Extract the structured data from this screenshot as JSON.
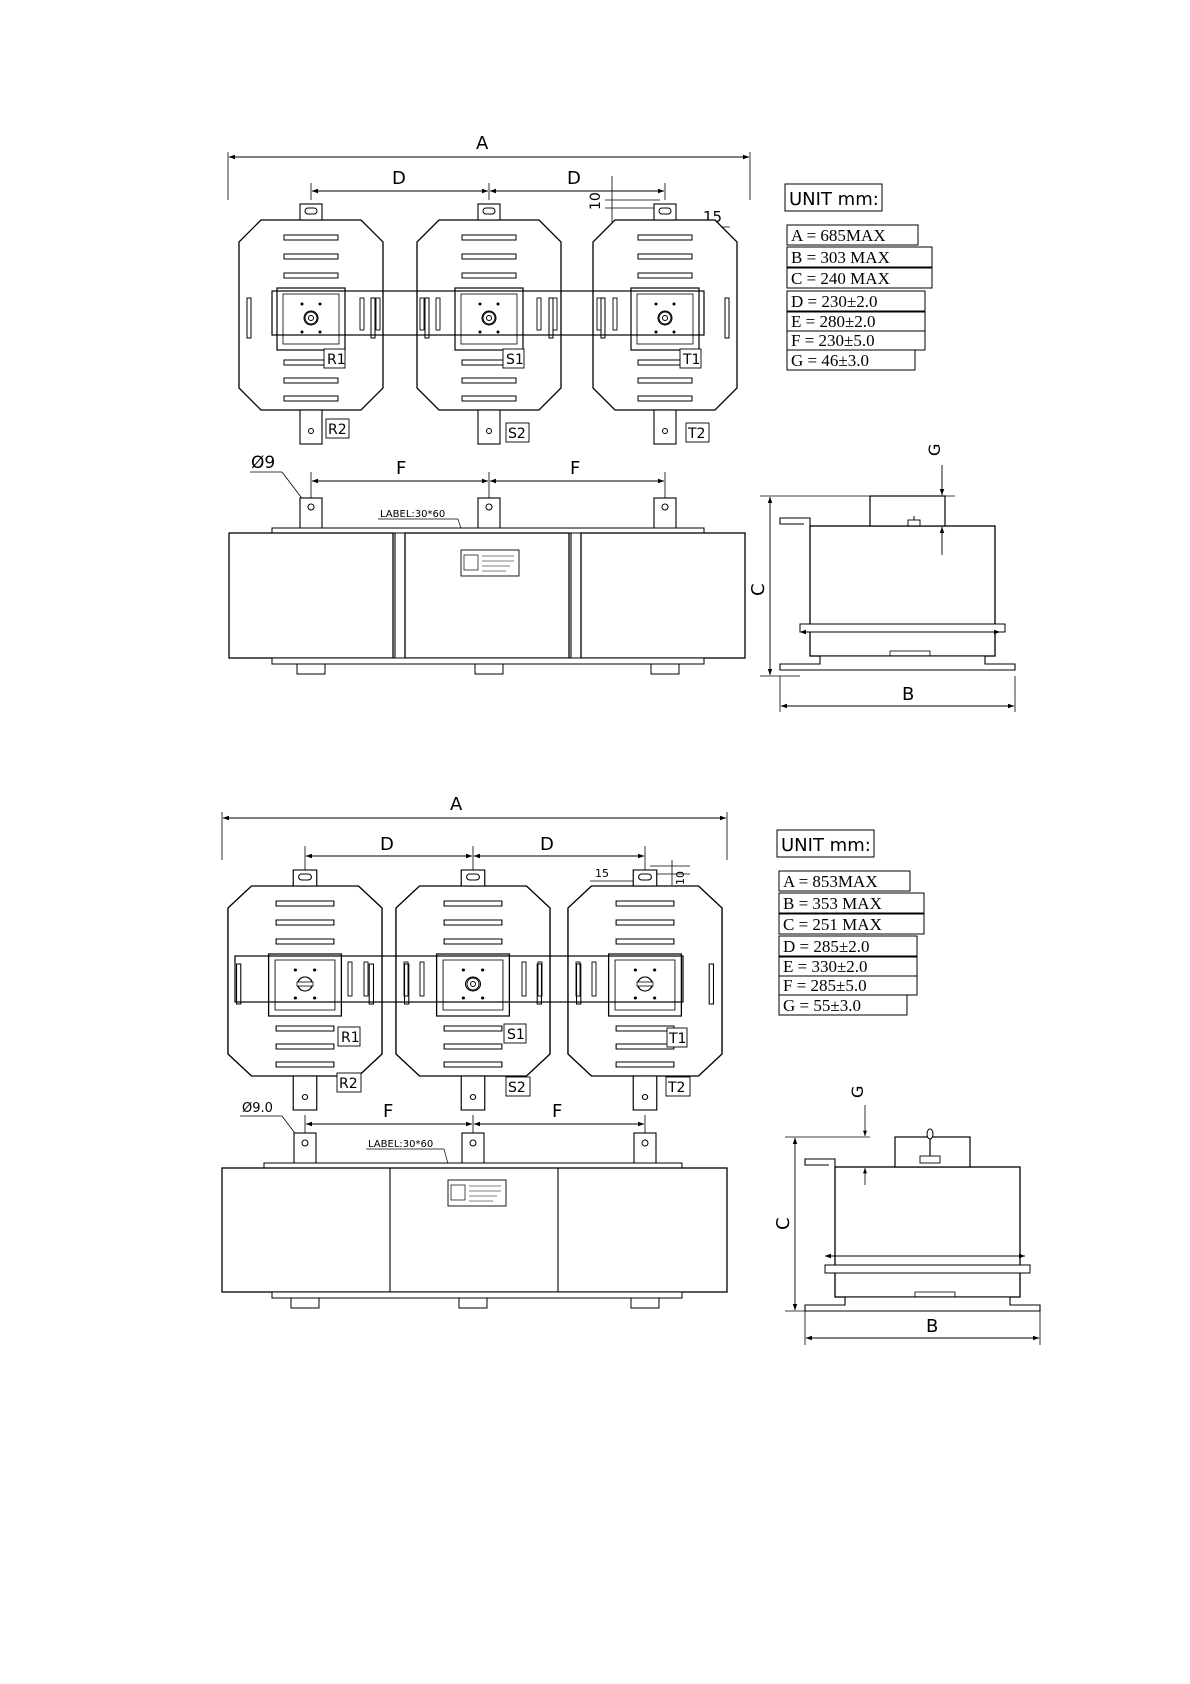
{
  "drawing_1": {
    "dim_a": "A",
    "dim_d": "D",
    "dim_f": "F",
    "dim_c": "C",
    "dim_b": "B",
    "dim_g": "G",
    "slot_height": "10",
    "slot_width": "15",
    "hole_diameter": "Ø9",
    "label_callout": "LABEL:30*60",
    "terminals": {
      "r1": "R1",
      "s1": "S1",
      "t1": "T1",
      "r2": "R2",
      "s2": "S2",
      "t2": "T2"
    },
    "unit": "UNIT mm:",
    "specs": [
      "A = 685MAX",
      "B = 303 MAX",
      "C = 240 MAX",
      "D = 230±2.0",
      "E = 280±2.0",
      "F = 230±5.0",
      "G = 46±3.0"
    ]
  },
  "drawing_2": {
    "dim_a": "A",
    "dim_d": "D",
    "dim_f": "F",
    "dim_c": "C",
    "dim_b": "B",
    "dim_g": "G",
    "slot_height": "10",
    "slot_width": "15",
    "hole_diameter": "Ø9.0",
    "label_callout": "LABEL:30*60",
    "terminals": {
      "r1": "R1",
      "s1": "S1",
      "t1": "T1",
      "r2": "R2",
      "s2": "S2",
      "t2": "T2"
    },
    "unit": "UNIT mm:",
    "specs": [
      "A = 853MAX",
      "B = 353 MAX",
      "C = 251 MAX",
      "D = 285±2.0",
      "E = 330±2.0",
      "F = 285±5.0",
      "G = 55±3.0"
    ]
  }
}
